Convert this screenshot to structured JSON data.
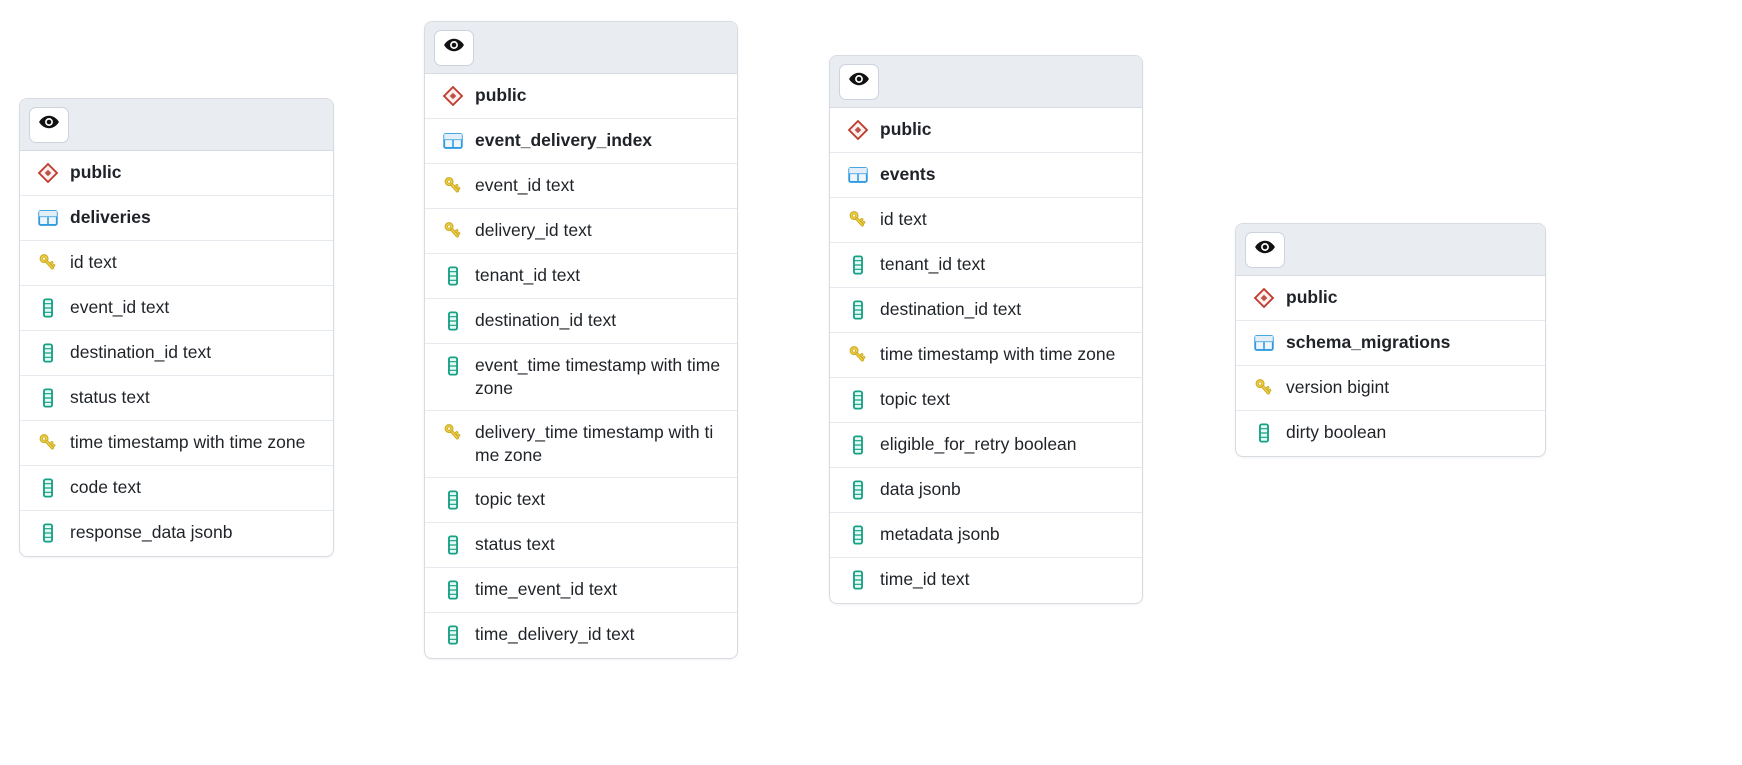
{
  "diagram": {
    "type": "database-schema-erd",
    "background": "#ffffff",
    "colors": {
      "card_border": "#d7dce3",
      "header_bg": "#e9edf2",
      "row_divider": "#e6e9ee",
      "schema_icon": "#c0392b",
      "table_icon": "#2f9ae0",
      "key_icon": "#e8c33a",
      "column_icon": "#16a085",
      "text": "#1f2328"
    },
    "icon_names": {
      "eye": "eye-icon",
      "schema": "schema-diamond-icon",
      "table": "table-grid-icon",
      "key": "primary-key-icon",
      "column": "column-icon"
    }
  },
  "cards": [
    {
      "id": "deliveries",
      "header": {
        "toggle_label": "eye-icon"
      },
      "schema": "public",
      "table": "deliveries",
      "columns": [
        {
          "icon": "key",
          "label": "id text"
        },
        {
          "icon": "column",
          "label": "event_id text"
        },
        {
          "icon": "column",
          "label": "destination_id text"
        },
        {
          "icon": "column",
          "label": "status text"
        },
        {
          "icon": "key",
          "label": "time timestamp with time zone"
        },
        {
          "icon": "column",
          "label": "code text"
        },
        {
          "icon": "column",
          "label": "response_data jsonb"
        }
      ]
    },
    {
      "id": "event_delivery_index",
      "header": {
        "toggle_label": "eye-icon"
      },
      "schema": "public",
      "table": "event_delivery_index",
      "columns": [
        {
          "icon": "key",
          "label": "event_id text"
        },
        {
          "icon": "key",
          "label": "delivery_id text"
        },
        {
          "icon": "column",
          "label": "tenant_id text"
        },
        {
          "icon": "column",
          "label": "destination_id text"
        },
        {
          "icon": "column",
          "label": "event_time timestamp with time zone"
        },
        {
          "icon": "key",
          "label": "delivery_time timestamp with time zone"
        },
        {
          "icon": "column",
          "label": "topic text"
        },
        {
          "icon": "column",
          "label": "status text"
        },
        {
          "icon": "column",
          "label": "time_event_id text"
        },
        {
          "icon": "column",
          "label": "time_delivery_id text"
        }
      ]
    },
    {
      "id": "events",
      "header": {
        "toggle_label": "eye-icon"
      },
      "schema": "public",
      "table": "events",
      "columns": [
        {
          "icon": "key",
          "label": "id text"
        },
        {
          "icon": "column",
          "label": "tenant_id text"
        },
        {
          "icon": "column",
          "label": "destination_id text"
        },
        {
          "icon": "key",
          "label": "time timestamp with time zone"
        },
        {
          "icon": "column",
          "label": "topic text"
        },
        {
          "icon": "column",
          "label": "eligible_for_retry boolean"
        },
        {
          "icon": "column",
          "label": "data jsonb"
        },
        {
          "icon": "column",
          "label": "metadata jsonb"
        },
        {
          "icon": "column",
          "label": "time_id text"
        }
      ]
    },
    {
      "id": "schema_migrations",
      "header": {
        "toggle_label": "eye-icon"
      },
      "schema": "public",
      "table": "schema_migrations",
      "columns": [
        {
          "icon": "key",
          "label": "version bigint"
        },
        {
          "icon": "column",
          "label": "dirty boolean"
        }
      ]
    }
  ]
}
